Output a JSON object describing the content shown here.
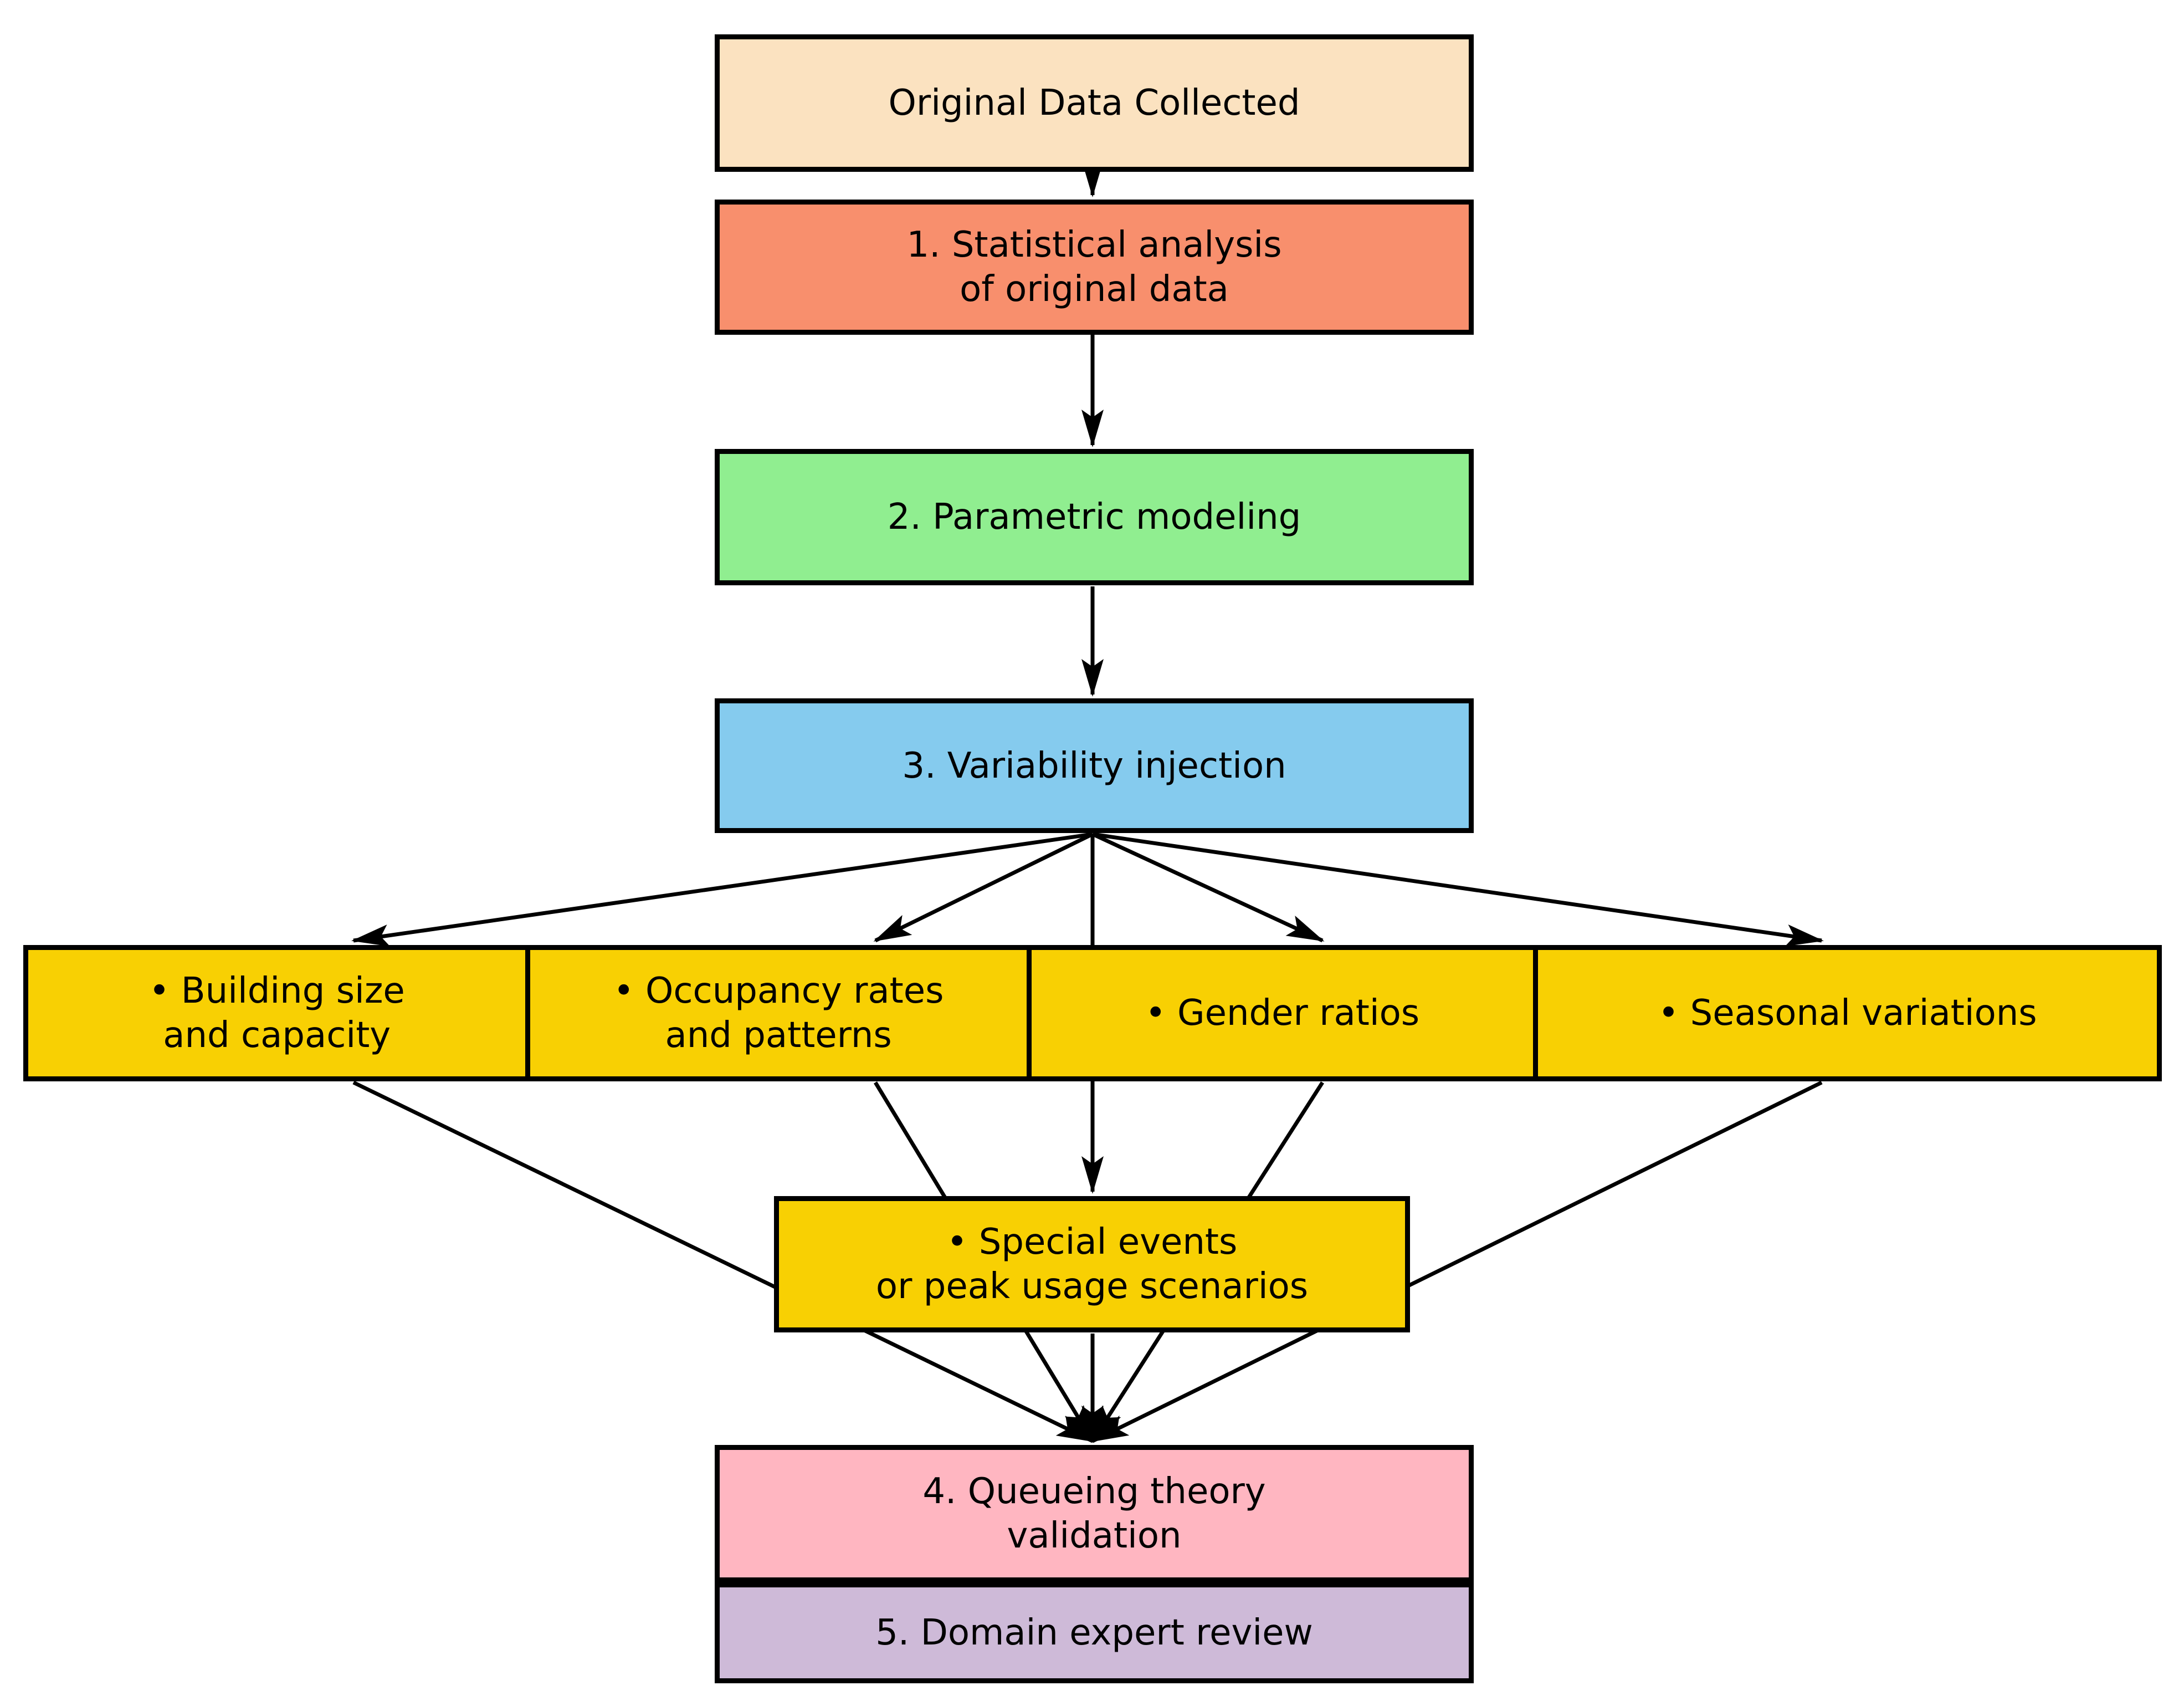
{
  "diagram": {
    "type": "flowchart",
    "background_color": "#ffffff",
    "edge_color": "#000000",
    "nodes": [
      {
        "id": "original-data",
        "label": "Original Data Collected",
        "color": "#FBE2C0"
      },
      {
        "id": "statistical-analysis",
        "label": "1. Statistical analysis\nof original data",
        "color": "#F88F6D"
      },
      {
        "id": "parametric-modeling",
        "label": "2. Parametric modeling",
        "color": "#90EE90"
      },
      {
        "id": "variability-injection",
        "label": "3. Variability injection",
        "color": "#85CBEE"
      },
      {
        "id": "building-size",
        "label": "• Building size\nand capacity",
        "color": "#F8D003"
      },
      {
        "id": "occupancy-rates",
        "label": "• Occupancy rates\nand patterns",
        "color": "#F8D003"
      },
      {
        "id": "gender-ratios",
        "label": "• Gender ratios",
        "color": "#F8D003"
      },
      {
        "id": "seasonal-variations",
        "label": "• Seasonal variations",
        "color": "#F8D003"
      },
      {
        "id": "special-events",
        "label": "• Special events\nor peak usage scenarios",
        "color": "#F8D003"
      },
      {
        "id": "queueing-validation",
        "label": "4. Queueing theory\nvalidation",
        "color": "#FFB6C1"
      },
      {
        "id": "domain-expert-review",
        "label": "5. Domain expert review",
        "color": "#CEBAD8"
      }
    ],
    "edges": [
      {
        "from": "original-data",
        "to": "statistical-analysis"
      },
      {
        "from": "statistical-analysis",
        "to": "parametric-modeling"
      },
      {
        "from": "parametric-modeling",
        "to": "variability-injection"
      },
      {
        "from": "variability-injection",
        "to": "building-size"
      },
      {
        "from": "variability-injection",
        "to": "occupancy-rates"
      },
      {
        "from": "variability-injection",
        "to": "gender-ratios"
      },
      {
        "from": "variability-injection",
        "to": "seasonal-variations"
      },
      {
        "from": "variability-injection",
        "to": "special-events"
      },
      {
        "from": "building-size",
        "to": "queueing-validation"
      },
      {
        "from": "occupancy-rates",
        "to": "queueing-validation"
      },
      {
        "from": "gender-ratios",
        "to": "queueing-validation"
      },
      {
        "from": "seasonal-variations",
        "to": "queueing-validation"
      },
      {
        "from": "special-events",
        "to": "queueing-validation"
      }
    ],
    "note": "queueing-validation and domain-expert-review are flush stacked boxes with no arrow between them"
  }
}
